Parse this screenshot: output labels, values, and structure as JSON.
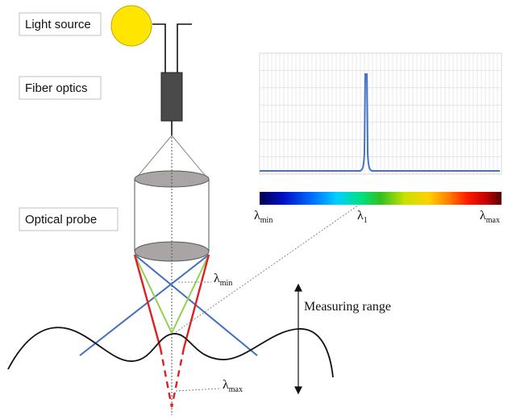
{
  "labels": {
    "light_source": "Light source",
    "fiber_optics": "Fiber optics",
    "optical_probe": "Optical probe",
    "measuring_range": "Measuring range"
  },
  "lambda": {
    "symbol": "λ",
    "min_sub": "min",
    "one_sub": "1",
    "max_sub": "max"
  },
  "colors": {
    "light_source": "#FFE600",
    "fiber_body": "#4a4a4a",
    "lens": "#a9a5a5",
    "ray_blue": "#3f6fbf",
    "ray_green": "#92d050",
    "ray_red": "#e02020",
    "spectrum_line": "#4472c4",
    "grid": "#d9d9d9"
  }
}
